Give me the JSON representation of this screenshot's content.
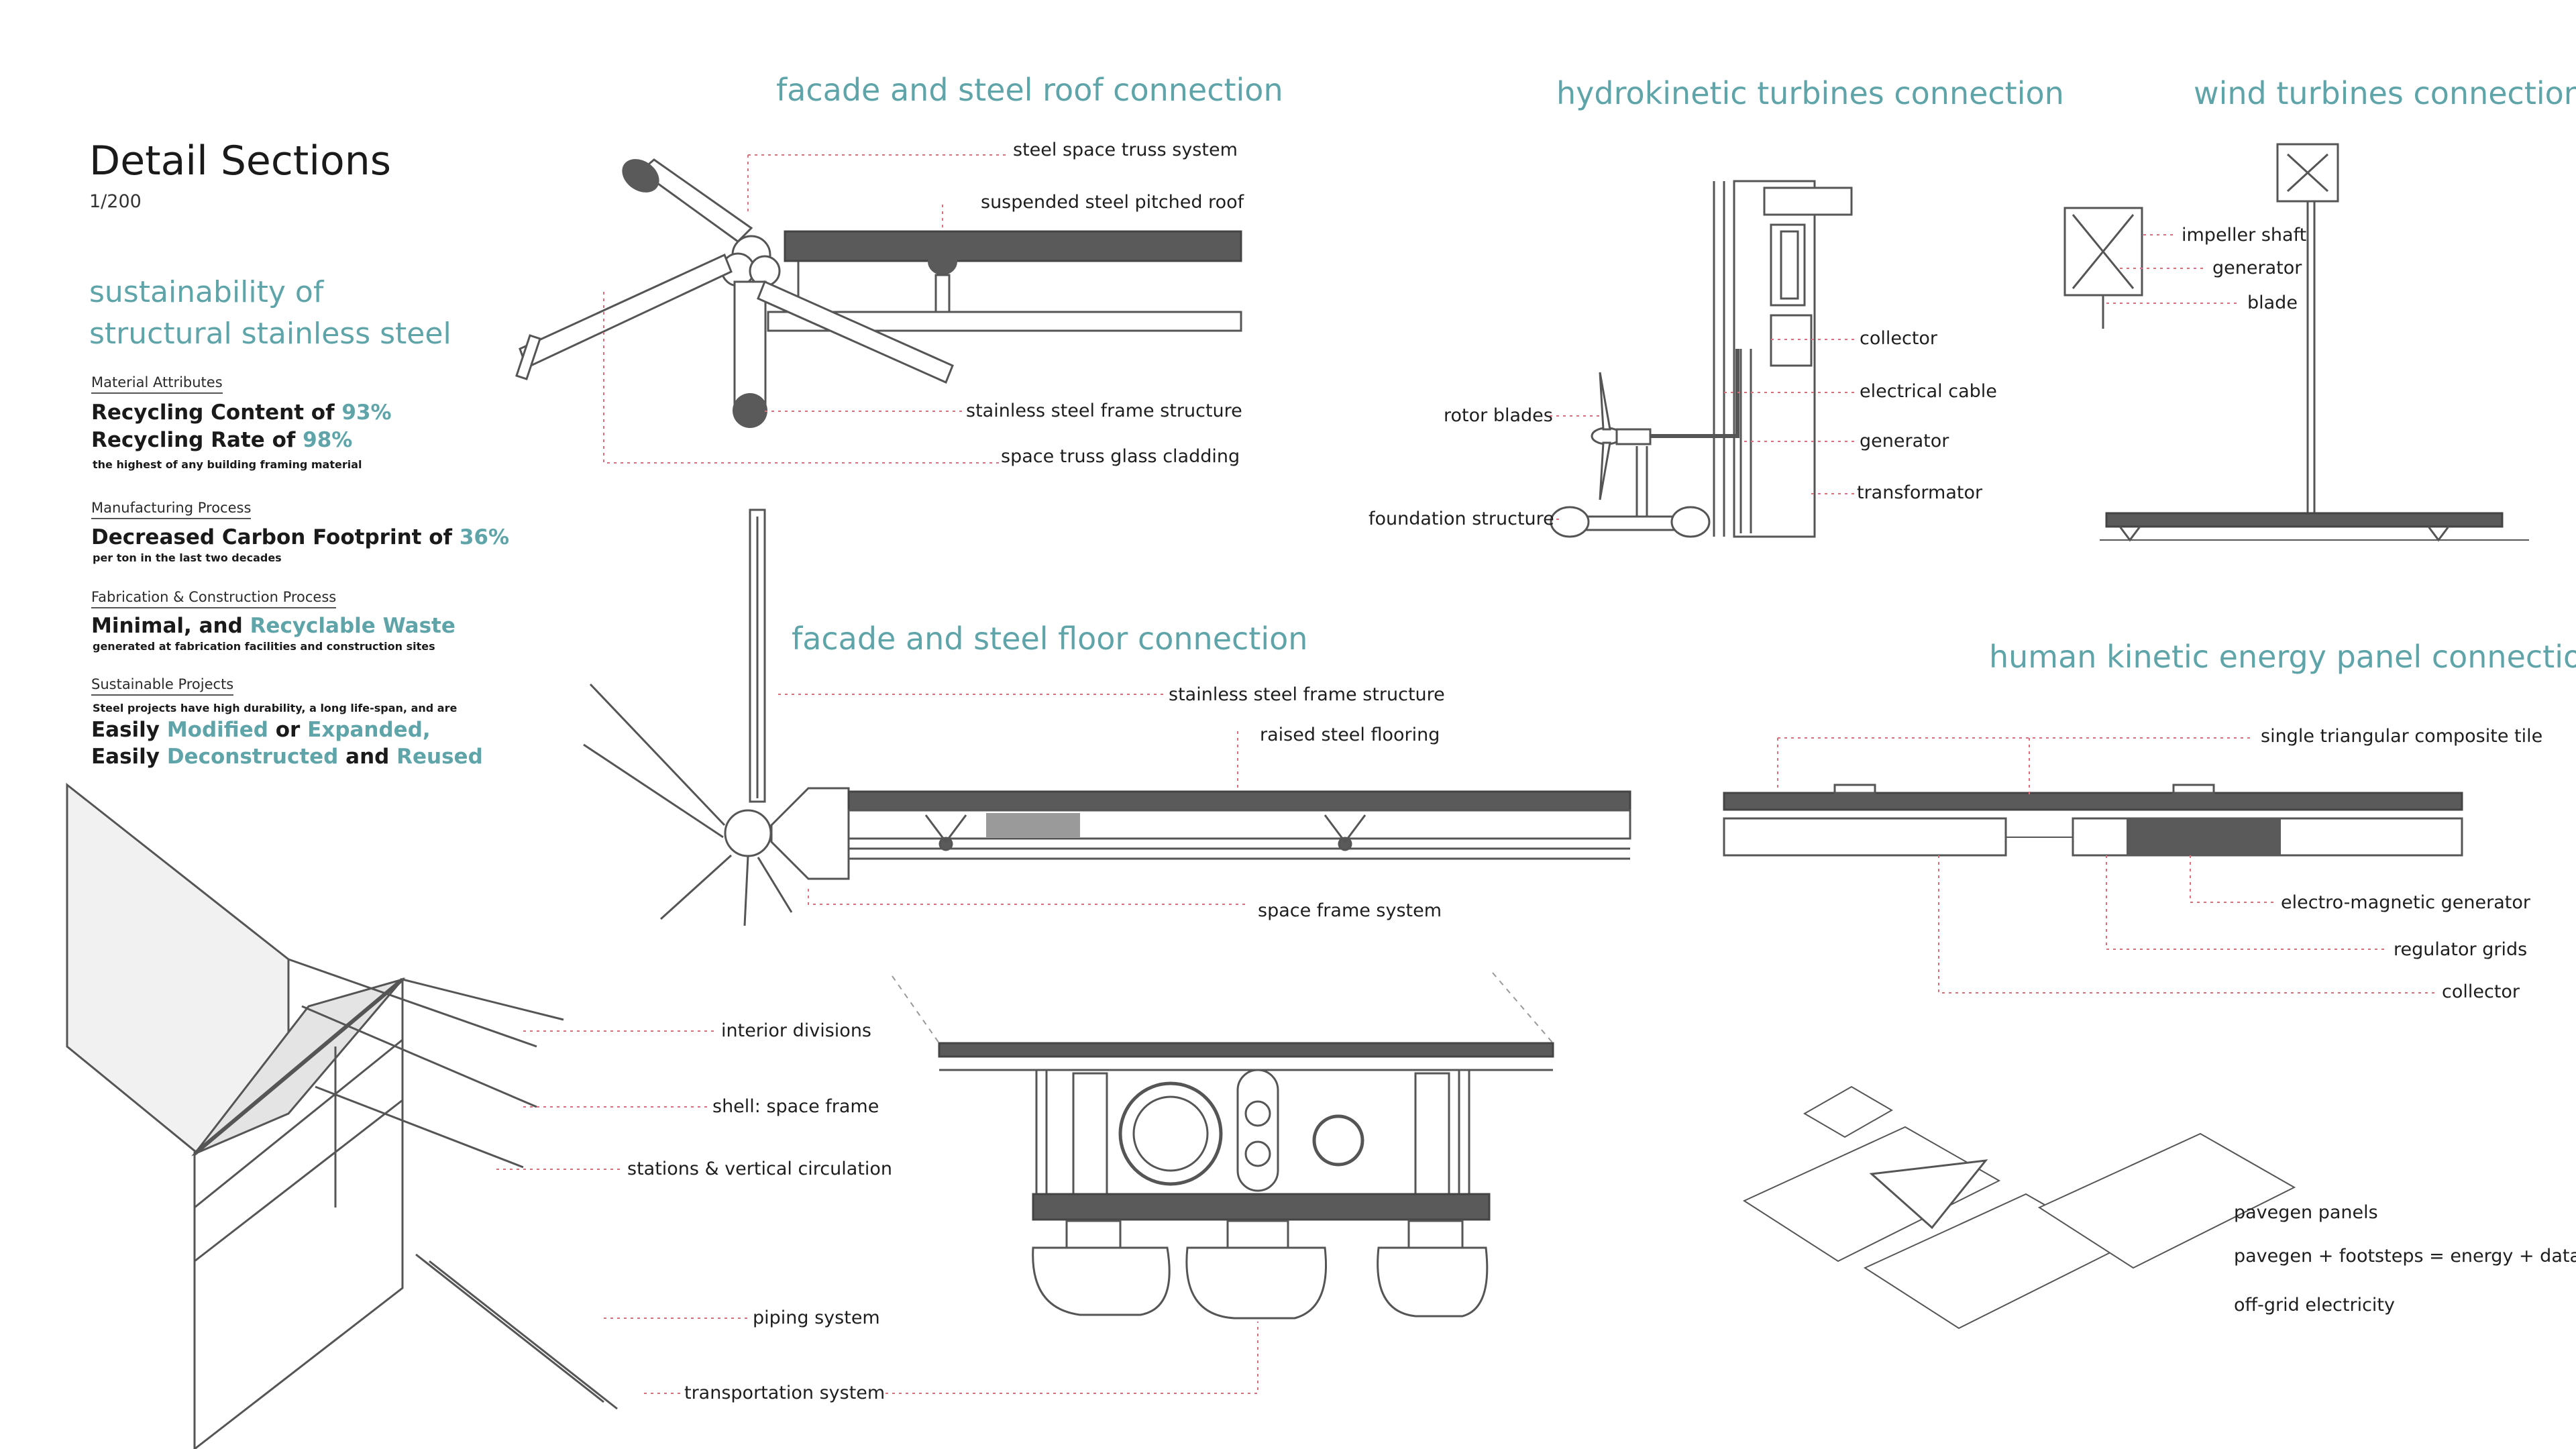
{
  "header": {
    "title": "Detail Sections",
    "scale": "1/200"
  },
  "sustainability": {
    "heading_line1": "sustainability of",
    "heading_line2": "structural stainless steel",
    "material": {
      "caption": "Material Attributes",
      "line1_text": "Recycling Content of ",
      "line1_value": "93%",
      "line2_text": "Recycling Rate of ",
      "line2_value": "98%",
      "note": "the highest of any building framing material"
    },
    "manufacturing": {
      "caption": "Manufacturing Process",
      "text": "Decreased Carbon Footprint of ",
      "value": "36%",
      "note": "per ton in the last two decades"
    },
    "fabrication": {
      "caption": "Fabrication & Construction Process",
      "text1": "Minimal, and ",
      "value": "Recyclable Waste",
      "note": "generated at fabrication facilities and construction sites"
    },
    "projects": {
      "caption": "Sustainable Projects",
      "note": "Steel projects have high durability, a long life-span, and are",
      "l1_a": "Easily ",
      "l1_b": "Modified",
      "l1_c": " or ",
      "l1_d": "Expanded,",
      "l2_a": "Easily ",
      "l2_b": "Deconstructed",
      "l2_c": " and ",
      "l2_d": "Reused"
    }
  },
  "sections": {
    "roof": {
      "title": "facade and steel roof connection",
      "labels": [
        "steel space truss system",
        "suspended steel pitched roof",
        "stainless steel frame structure",
        "space truss glass cladding"
      ]
    },
    "hydro": {
      "title": "hydrokinetic turbines connection",
      "labels": [
        "collector",
        "electrical cable",
        "generator",
        "transformator",
        "rotor blades",
        "foundation structure"
      ]
    },
    "wind": {
      "title": "wind turbines connection",
      "labels": [
        "impeller shaft",
        "generator",
        "blade"
      ]
    },
    "floor": {
      "title": "facade and steel floor connection",
      "labels": [
        "stainless steel frame structure",
        "raised steel flooring",
        "space frame system"
      ]
    },
    "kinetic": {
      "title": "human kinetic energy panel connection",
      "labels": [
        "single triangular composite tile",
        "electro-magnetic generator",
        "regulator grids",
        "collector"
      ]
    },
    "axon": {
      "labels": [
        "interior divisions",
        "shell: space frame",
        "stations & vertical circulation",
        "piping system",
        "transportation system"
      ]
    },
    "pavegen": {
      "labels": [
        "pavegen panels",
        "pavegen + footsteps = energy + data",
        "off-grid electricity"
      ]
    }
  },
  "colors": {
    "accent": "#5ea4a8",
    "leader": "#d9707e",
    "dark_fill": "#5a5a5a"
  }
}
